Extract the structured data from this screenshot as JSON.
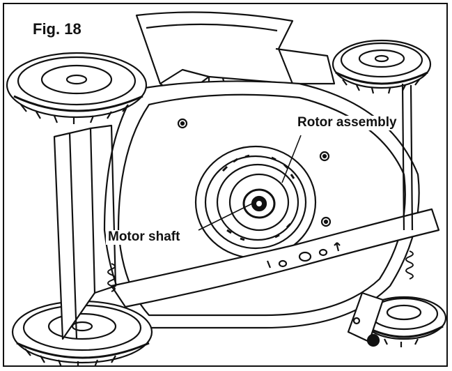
{
  "figure": {
    "label": "Fig. 18"
  },
  "callouts": {
    "rotor_assembly": "Rotor assembly",
    "motor_shaft": "Motor shaft"
  },
  "colors": {
    "line": "#111111",
    "background": "#ffffff"
  }
}
